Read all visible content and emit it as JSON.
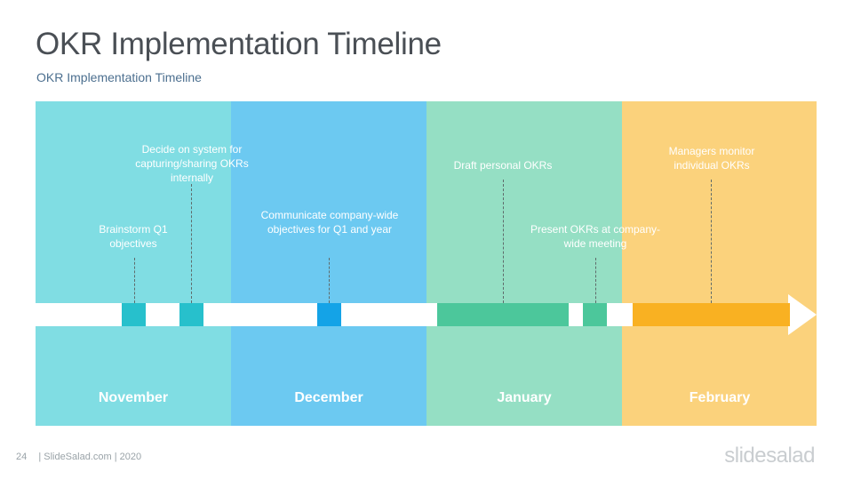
{
  "slide": {
    "title": "OKR Implementation Timeline",
    "subtitle": "OKR Implementation Timeline"
  },
  "months": [
    {
      "name": "November",
      "color": "#80dde3"
    },
    {
      "name": "December",
      "color": "#6cc9f1"
    },
    {
      "name": "January",
      "color": "#95dfc4"
    },
    {
      "name": "February",
      "color": "#fbd27c"
    }
  ],
  "milestones": [
    {
      "text": "Brainstorm  Q1 objectives",
      "color": "#27c0cc"
    },
    {
      "text": "Decide on system for capturing/sharing  OKRs internally",
      "color": "#27c0cc"
    },
    {
      "text": "Communicate  company-wide objectives for Q1 and year",
      "color": "#14a3e7"
    },
    {
      "text": "Draft personal OKRs",
      "color": "#4cc79b"
    },
    {
      "text": "Present OKRs at company-wide meeting",
      "color": "#4cc79b"
    },
    {
      "text": "Managers  monitor individual  OKRs",
      "color": "#f9b122"
    }
  ],
  "footer": {
    "page_number": "24",
    "credit": "| SlideSalad.com | 2020",
    "logo": "slidesalad"
  }
}
